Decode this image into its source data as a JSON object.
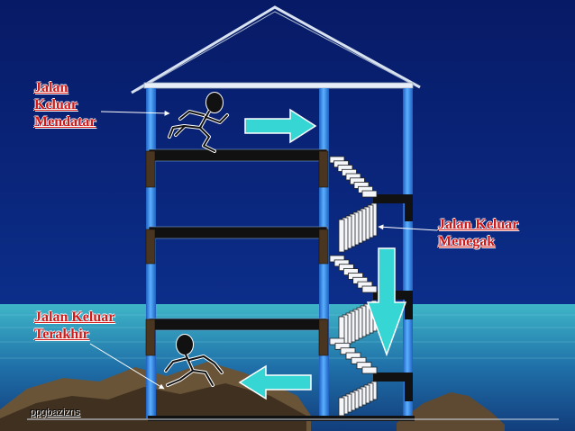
{
  "labels": {
    "horizontal_exit": "Jalan\nKeluar\nMendatar",
    "vertical_exit": "Jalan Keluar\nMenegak",
    "final_exit": "Jalan Keluar\nTerakhir"
  },
  "footer": {
    "text": "ppgbazizns"
  },
  "colors": {
    "background_top": "#071a66",
    "background_bottom": "#0e3a9e",
    "column_fill": "#3a8fe8",
    "slab_fill": "#111111",
    "arrow_fill": "#35d6d4",
    "label_text": "#d01818"
  },
  "icons": {
    "top_figure": "running-person-icon",
    "bottom_figure": "running-person-icon",
    "right_arrow": "arrow-right-icon",
    "left_arrow": "arrow-left-icon",
    "down_arrow": "arrow-down-icon"
  }
}
